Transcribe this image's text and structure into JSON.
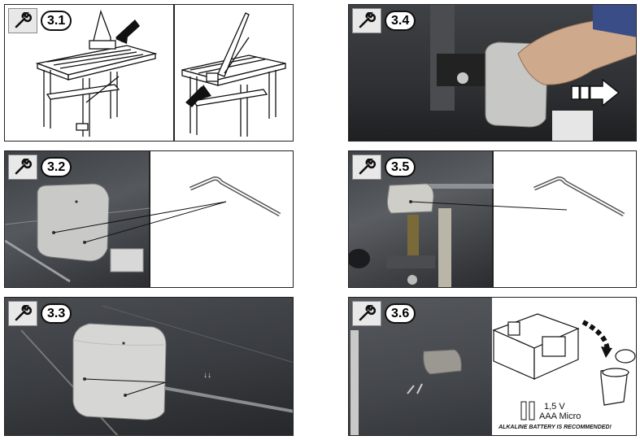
{
  "steps": [
    {
      "id": "3.1",
      "label": "3.1"
    },
    {
      "id": "3.2",
      "label": "3.2"
    },
    {
      "id": "3.3",
      "label": "3.3"
    },
    {
      "id": "3.4",
      "label": "3.4"
    },
    {
      "id": "3.5",
      "label": "3.5"
    },
    {
      "id": "3.6",
      "label": "3.6"
    }
  ],
  "battery": {
    "voltage": "1,5 V",
    "type": "AAA Micro",
    "note": "ALKALINE BATTERY IS RECOMMENDED!"
  },
  "icons": {
    "step_badge": "wrench-icon"
  }
}
